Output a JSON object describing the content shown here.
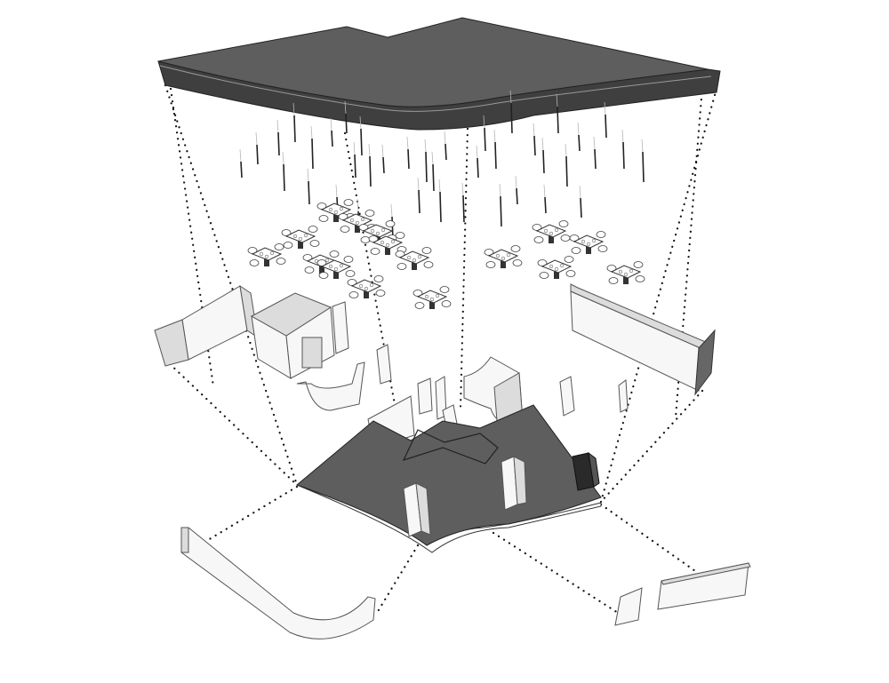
{
  "diagram": {
    "type": "exploded-axonometric",
    "layers": [
      {
        "name": "ceiling",
        "color": "#5e5e5e"
      },
      {
        "name": "pendant-lights",
        "count": 40
      },
      {
        "name": "dining-tables",
        "count": 16
      },
      {
        "name": "partition-walls"
      },
      {
        "name": "floor-slab",
        "color": "#5e5e5e"
      },
      {
        "name": "facade-panels",
        "count": 3
      }
    ],
    "guide_line_style": "dotted"
  }
}
